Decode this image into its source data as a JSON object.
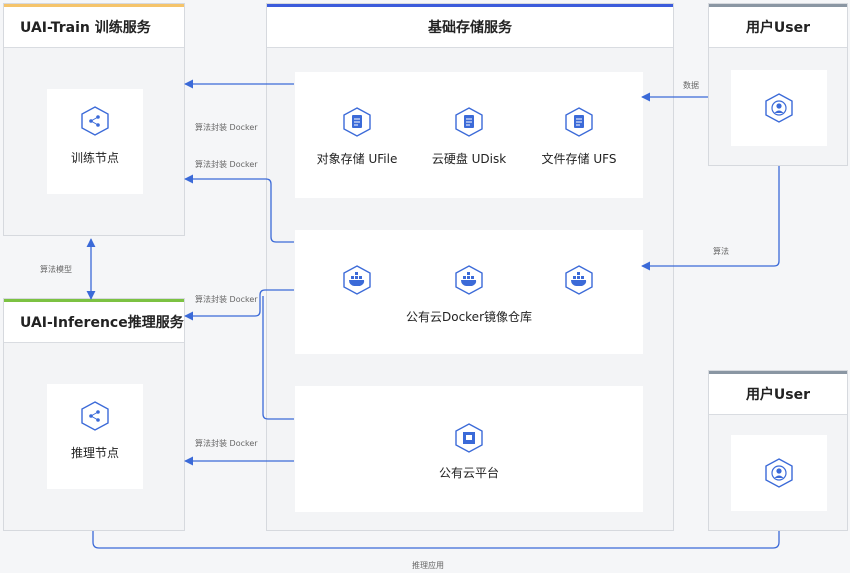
{
  "train": {
    "title": "UAI-Train 训练服务",
    "node_label": "训练节点",
    "accent": "#f5c46b"
  },
  "storage": {
    "title": "基础存储服务",
    "accent": "#3b5bdb",
    "items": [
      {
        "label": "对象存储 UFile"
      },
      {
        "label": "云硬盘 UDisk"
      },
      {
        "label": "文件存储 UFS"
      }
    ],
    "registry_label": "公有云Docker镜像仓库",
    "platform_label": "公有云平台"
  },
  "inference": {
    "title": "UAI-Inference推理服务",
    "node_label": "推理节点",
    "accent": "#7cc242"
  },
  "users": [
    {
      "title": "用户User"
    },
    {
      "title": "用户User"
    }
  ],
  "user_accent": "#8a96a3",
  "arrows": {
    "data": "数据",
    "algorithm": "算法",
    "algo_package_1": "算法封装 Docker",
    "algo_package_2": "算法封装 Docker",
    "algo_package_3": "算法封装 Docker",
    "algo_package_4": "算法封装 Docker",
    "algo_model": "算法模型",
    "inference_app": "推理应用"
  },
  "icons": {
    "network": "network-icon",
    "document": "document-icon",
    "docker": "docker-icon",
    "platform": "platform-icon",
    "user": "user-avatar-icon"
  },
  "colors": {
    "arrow": "#3b6ad8",
    "icon": "#3b6ad8"
  }
}
